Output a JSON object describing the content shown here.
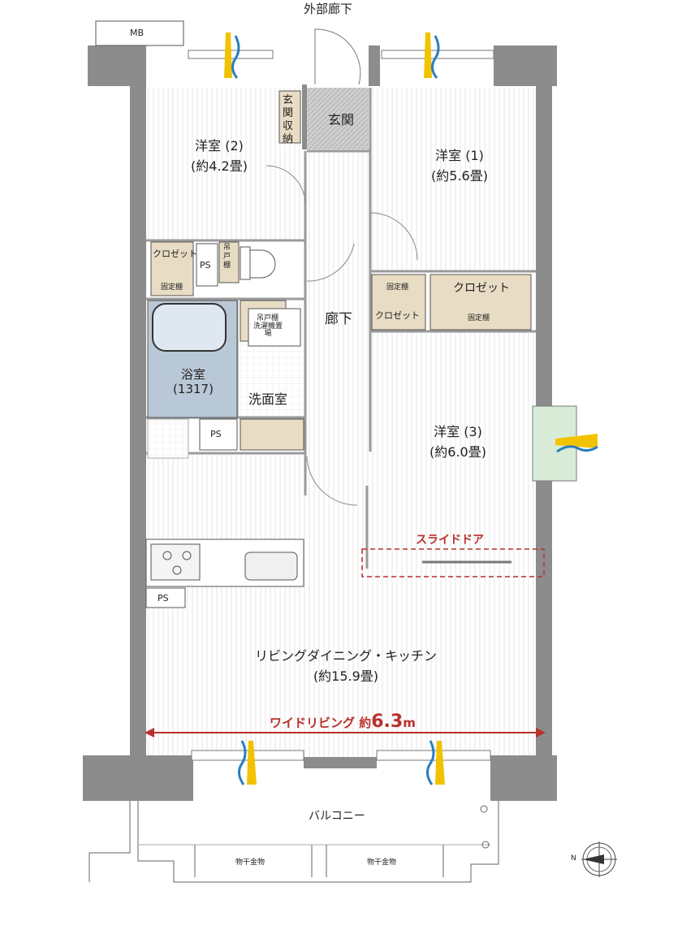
{
  "labels": {
    "corridor_outside": "外部廊下",
    "mb": "MB",
    "entrance_storage": "玄関収納",
    "entrance": "玄関",
    "room2_name": "洋室 (2)",
    "room2_size": "(約4.2畳)",
    "room1_name": "洋室 (1)",
    "room1_size": "(約5.6畳)",
    "room3_name": "洋室 (3)",
    "room3_size": "(約6.0畳)",
    "hallway": "廊下",
    "closet": "クロゼット",
    "fixed_shelf": "固定棚",
    "ps": "PS",
    "hanging_cabinet": "吊戸棚",
    "washer_space": "洗濯機置場",
    "bath_name": "浴室",
    "bath_size": "(1317)",
    "washroom": "洗面室",
    "sliding_door": "スライドドア",
    "ldk_name": "リビングダイニング・キッチン",
    "ldk_size": "(約15.9畳)",
    "wide_living_prefix": "ワイドリビング 約",
    "wide_living_value": "6.3",
    "wide_living_unit": "m",
    "balcony": "バルコニー",
    "drying_rack": "物干金物",
    "north": "N"
  },
  "colors": {
    "wall": "#8c8c8c",
    "storage": "#e8dcc4",
    "bath": "#b9c8d6",
    "window_glass": "#d8ecd8",
    "accent_red": "#b8312c",
    "vent_yellow": "#f2c200",
    "vent_blue": "#2a7fc0"
  }
}
